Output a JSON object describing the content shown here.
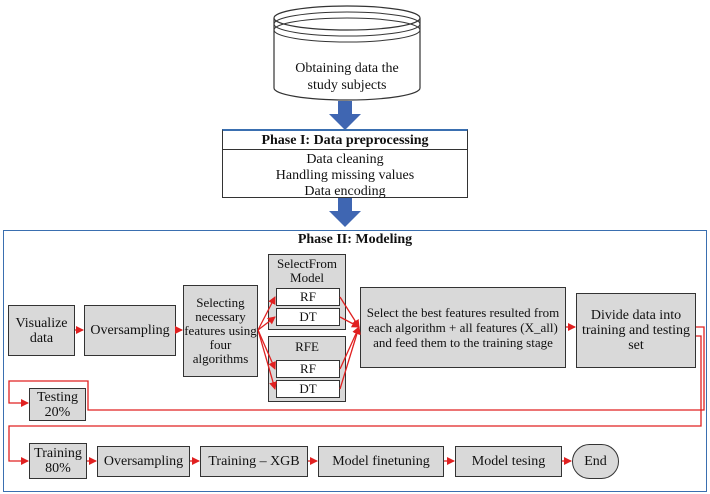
{
  "source": {
    "label": "Obtaining data the study subjects"
  },
  "phase1": {
    "title": "Phase I: Data preprocessing",
    "steps": [
      "Data cleaning",
      "Handling missing values",
      "Data encoding"
    ]
  },
  "phase2": {
    "title": "Phase II: Modeling",
    "visualize": "Visualize data",
    "oversampling": "Oversampling",
    "selecting": "Selecting necessary features using four algorithms",
    "selectfrommodel": {
      "title": "SelectFrom Model",
      "rf": "RF",
      "dt": "DT"
    },
    "rfe": {
      "title": "RFE",
      "rf": "RF",
      "dt": "DT"
    },
    "select_best": "Select the best features resulted from each algorithm + all features (X_all) and feed them to the training stage",
    "divide": "Divide data into training and testing set",
    "testing": "Testing 20%",
    "training": "Training 80%",
    "oversampling2": "Oversampling",
    "training_xgb": "Training – XGB",
    "finetuning": "Model finetuning",
    "tesing": "Model tesing",
    "end": "End"
  },
  "colors": {
    "arrow_red": "#e02020",
    "block_arrow": "#3f66b2",
    "panel_border": "#3a6fb0",
    "box_fill": "#d9d9d9"
  }
}
